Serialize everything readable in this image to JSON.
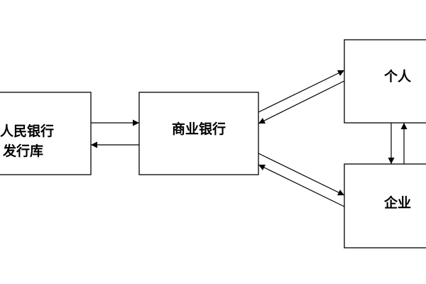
{
  "nodes": {
    "central_bank": {
      "label_line1": "人民银行",
      "label_line2": "发行库"
    },
    "commercial_bank": {
      "label": "商业银行"
    },
    "individual": {
      "label": "个人"
    },
    "enterprise": {
      "label": "企业"
    }
  },
  "colors": {
    "line": "#000000",
    "background": "#ffffff"
  }
}
